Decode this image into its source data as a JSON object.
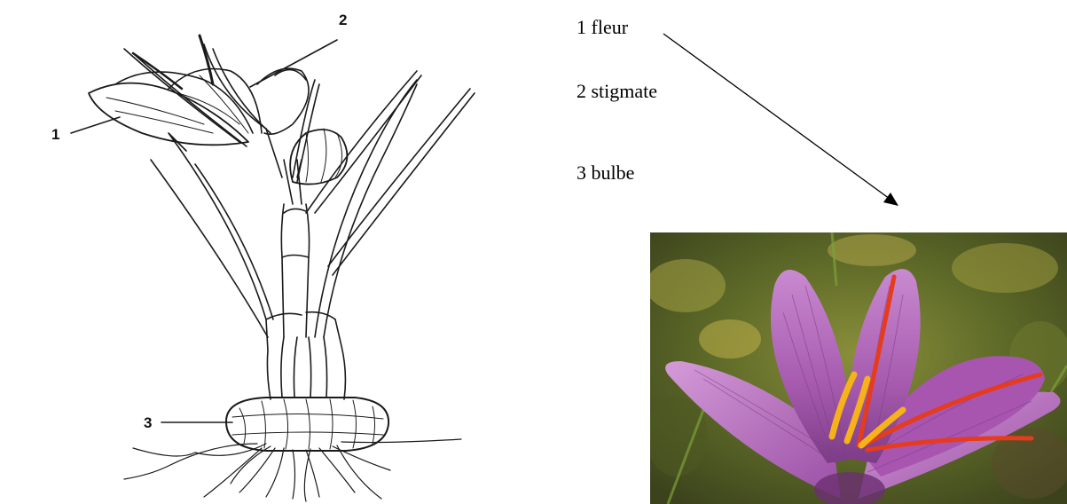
{
  "drawing": {
    "callouts": [
      {
        "number": "1"
      },
      {
        "number": "2"
      },
      {
        "number": "3"
      }
    ]
  },
  "legend": [
    {
      "number": "1",
      "term": "fleur"
    },
    {
      "number": "2",
      "term": "stigmate"
    },
    {
      "number": "3",
      "term": "bulbe"
    }
  ],
  "colors": {
    "ink": "#000000",
    "petal": "#b36ab8",
    "petal_vein": "#7e3d8a",
    "stigma": "#e63b1c",
    "stamen": "#f5b21a",
    "background_green": "#6f7c2e"
  }
}
